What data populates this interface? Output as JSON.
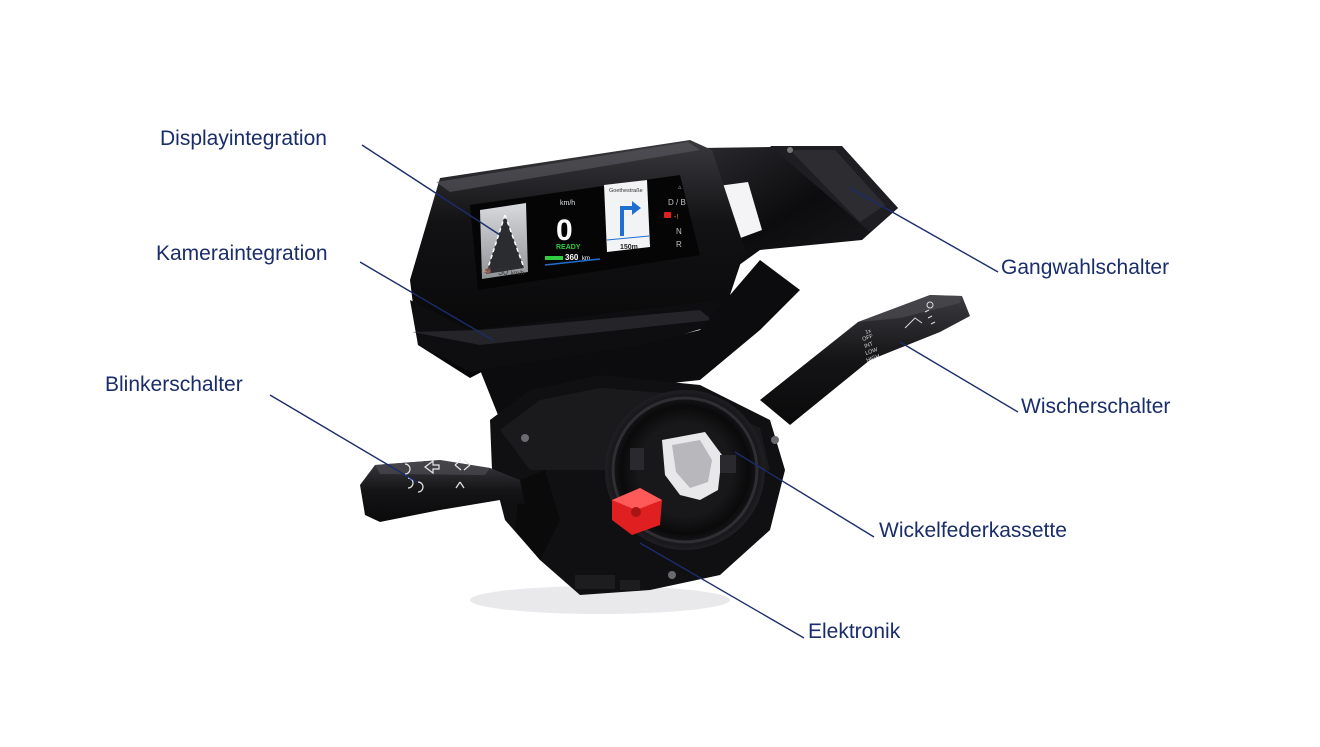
{
  "labels": {
    "display": "Displayintegration",
    "kamera": "Kameraintegration",
    "blinker": "Blinkerschalter",
    "gangwahl": "Gangwahlschalter",
    "wischer": "Wischerschalter",
    "wickelfeder": "Wickelfederkassette",
    "elektronik": "Elektronik"
  },
  "screen": {
    "speed_unit": "km/h",
    "speed": "0",
    "status": "READY",
    "range": "360",
    "range_unit": "km",
    "street": "Goethestraße",
    "distance": "150m",
    "speed_limit": "50",
    "speed_limit_unit": "km/h",
    "gear_db": "D / B",
    "gear_n": "N",
    "gear_r": "R"
  },
  "wiper_marks": [
    "1x",
    "OFF",
    "INT",
    "LOW",
    "HIGH"
  ],
  "colors": {
    "label_text": "#1a2d6b",
    "leader_line": "#1a2d6b",
    "status_green": "#2ecc40",
    "nav_arrow": "#1e6fd0",
    "red_cap": "#e02020"
  },
  "icons": {
    "camera_view": "road-camera-icon",
    "turn_arrow": "turn-right-arrow-icon",
    "red_cap": "red-plug-icon"
  }
}
